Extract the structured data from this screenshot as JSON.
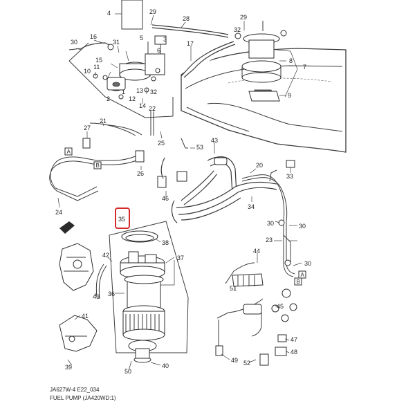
{
  "diagram": {
    "caption_code": "JA627W-4 E22_034",
    "caption_title": "FUEL PUMP (JA420WD:1)",
    "highlight_color": "#d42a2a",
    "highlighted_label": "35",
    "callouts": [
      "A",
      "B",
      "A",
      "B"
    ],
    "part_labels": [
      "1",
      "2",
      "3",
      "4",
      "5",
      "6",
      "7",
      "8",
      "9",
      "10",
      "11",
      "12",
      "13",
      "14",
      "15",
      "16",
      "17",
      "20",
      "21",
      "22",
      "23",
      "24",
      "25",
      "26",
      "27",
      "28",
      "29",
      "29",
      "30",
      "30",
      "30",
      "30",
      "31",
      "32",
      "32",
      "33",
      "34",
      "36",
      "37",
      "38",
      "39",
      "40",
      "41",
      "42",
      "43",
      "44",
      "45",
      "46",
      "47",
      "48",
      "49",
      "49",
      "50",
      "51",
      "52",
      "53"
    ]
  }
}
